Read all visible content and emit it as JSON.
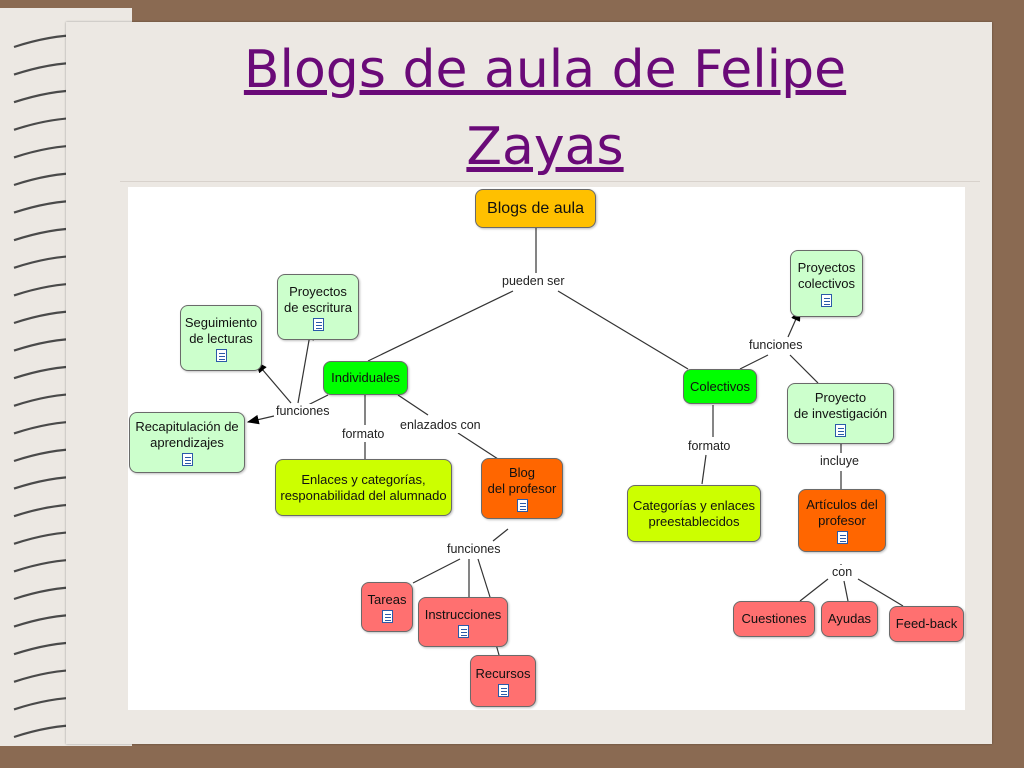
{
  "slide": {
    "title_line1": "Blogs de aula de Felipe",
    "title_line2": "Zayas"
  },
  "colors": {
    "title": "#6a0a78",
    "root": "#ffc000",
    "category": "#00ff00",
    "leaf_pale": "#ccffcc",
    "leaf_lime": "#ccff00",
    "teacher": "#ff6600",
    "function": "#ff7070"
  },
  "map": {
    "nodes": {
      "root": "Blogs de aula",
      "individuales": "Individuales",
      "colectivos": "Colectivos",
      "seguimiento": "Seguimiento\nde  lecturas",
      "proyectos_escritura": "Proyectos\nde escritura",
      "recapitulacion": "Recapitulación de\naprendizajes",
      "enlaces": "Enlaces y categorías,\nresponabilidad del alumnado",
      "blog_profesor": "Blog\ndel profesor",
      "tareas": "Tareas",
      "instrucciones": "Instrucciones",
      "recursos": "Recursos",
      "proyectos_colectivos": "Proyectos\ncolectivos",
      "proyecto_investigacion": "Proyecto\nde investigación",
      "categorias_enlaces": "Categorías y enlaces\npreestablecidos",
      "articulos": "Artículos del\nprofesor",
      "cuestiones": "Cuestiones",
      "ayudas": "Ayudas",
      "feedback": "Feed-back"
    },
    "links": {
      "pueden_ser": "pueden ser",
      "funciones_left": "funciones",
      "formato_left": "formato",
      "enlazados_con": "enlazados con",
      "funciones_blog": "funciones",
      "funciones_right": "funciones",
      "formato_right": "formato",
      "incluye": "incluye",
      "con": "con"
    },
    "attachment_icon": "document-icon"
  }
}
